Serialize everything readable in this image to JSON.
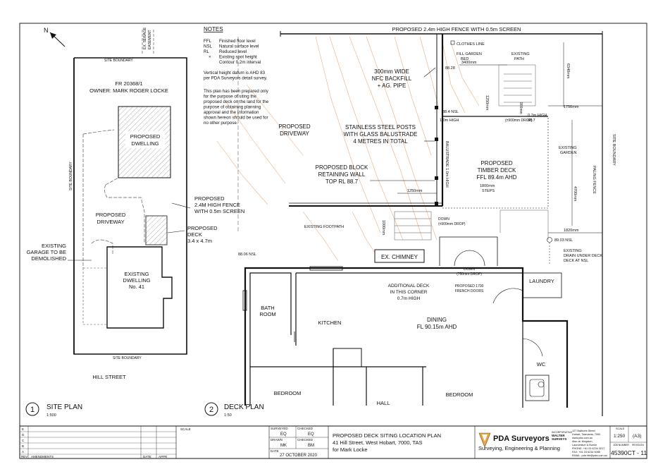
{
  "notes": {
    "heading": "NOTES",
    "abbr": [
      {
        "code": "FFL",
        "text": "Finished floor level"
      },
      {
        "code": "NSL",
        "text": "Natural surface level"
      },
      {
        "code": "RL",
        "text": "Reduced level"
      },
      {
        "code": "×",
        "text": "Existing spot height"
      },
      {
        "code": "",
        "text": "Contour 0.2m interval"
      }
    ],
    "datum": [
      "Vertical height datum is AHD 83",
      "per PDA Surveyors detail survey."
    ],
    "purpose": [
      "This plan has been prepared only",
      "for the purpose of siting the",
      "proposed deck on the land for the",
      "purpose of obtaining planning",
      "approval and the information",
      "shown hereon should be used for",
      "no other purpose."
    ]
  },
  "site_plan": {
    "north": "N",
    "easement": [
      "EX. SEWAGE",
      "EASEMENT"
    ],
    "site_boundary": "SITE BOUNDARY",
    "owner_ref": "FR 20368/1",
    "owner": "OWNER: MARK ROGER LOCKE",
    "proposed_dwelling": [
      "PROPOSED",
      "DWELLING"
    ],
    "proposed_driveway": [
      "PROPOSED",
      "DRIVEWAY"
    ],
    "fence": [
      "PROPOSED",
      "2.4M HIGH FENCE",
      "WITH 0.5m SCREEN"
    ],
    "deck": [
      "PROPOSED",
      "DECK",
      "3.4 x 4.7m"
    ],
    "garage": [
      "EXISTING",
      "GARAGE TO BE",
      "DEMOLISHED"
    ],
    "existing_dwelling": [
      "EXISTING",
      "DWELLING",
      "No. 41"
    ],
    "street": "HILL   STREET",
    "title_num": "1",
    "title": "SITE PLAN",
    "scale": "1:500"
  },
  "deck_plan": {
    "top_fence": "PROPOSED 2.4m HIGH FENCE WITH 0.5m SCREEN",
    "clothes_line": "CLOTHES LINE",
    "fill_garden": [
      "FILL GARDEN",
      "BED"
    ],
    "existing_path": [
      "EXISTING",
      "PATH"
    ],
    "backfill": [
      "300mm WIDE",
      "NFC BACKFILL",
      "+ AG. PIPE"
    ],
    "rl_8828": "88.28",
    "dim_3400": "3400mm",
    "dim_6340": "6340mm",
    "dim_1250a": "1250mm",
    "dim_900": "900mm",
    "nsl_884": "88.4 NSL",
    "high_10": "1.0m HIGH",
    "drop1": "(±900mm DROP)",
    "high_07": "0.7m HIGH",
    "rl_887": "88.7",
    "dim_1756": "1756mm",
    "proposed_driveway": [
      "PROPOSED",
      "DRIVEWAY"
    ],
    "stainless": [
      "STAINLESS STEEL POSTS",
      "WITH GLASS BALUSTRADE",
      "4 METRES IN TOTAL"
    ],
    "balustrade_side": "BALUSTRADE 1.0m HIGH",
    "existing_garden": [
      "EXISTING",
      "GARDEN"
    ],
    "site_boundary": "SITE BOUNDARY",
    "paling_fence": "PALING FENCE",
    "retaining": [
      "PROPOSED BLOCK",
      "RETAINING WALL",
      "TOP  RL 88.7"
    ],
    "timber_deck": [
      "PROPOSED",
      "TIMBER DECK",
      "FFL 89.4m AHD"
    ],
    "steps": [
      "1800mm",
      "STEPS"
    ],
    "dim_1250b": "1250mm",
    "dim_4700": "4700mm",
    "existing_footpath": "EXISTING FOOTPATH",
    "dim_1000": "1000mm",
    "down1": [
      "DOWN",
      "(±900mm DROP)"
    ],
    "dim_1820": "1820mm",
    "rl_8903": "89.03 NSL",
    "drain": [
      "EXISTING",
      "DRAIN UNDER DECK"
    ],
    "deck_at_nsl": "DECK AT NSL",
    "nsl_8806": "88.06 NSL",
    "chimney": "EX. CHIMNEY",
    "down2": [
      "DOWN",
      "(750mm DROP)"
    ],
    "additional": [
      "ADDITIONAL DECK",
      "IN THIS CORNER",
      "0.7m HIGH"
    ],
    "french": [
      "PROPOSED 1700",
      "FRENCH DOORS"
    ],
    "laundry": "LAUNDRY",
    "bathroom": [
      "BATH",
      "ROOM"
    ],
    "kitchen": "KITCHEN",
    "dining": [
      "DINING",
      "FL 90.15m AHD"
    ],
    "wc": "WC",
    "bedroom1": "BEDROOM",
    "hall": "HALL",
    "bedroom2": "BEDROOM",
    "title_num": "2",
    "title": "DECK PLAN",
    "scale": "1:50"
  },
  "title_block": {
    "rev_letters": [
      "E",
      "D",
      "C",
      "B",
      "A"
    ],
    "rev_header": [
      "REV",
      "AMENDMENTS",
      "DATE",
      "APPR"
    ],
    "scale_label": "SCALE",
    "surveyed_label": "SURVEYED",
    "surveyed": "EQ",
    "checked_label": "CHECKED",
    "checked": "EQ",
    "drawn_label": "DRAWN",
    "drawn": "MK",
    "checked2_label": "CHECKED",
    "checked2": "BM",
    "date_label": "DATE",
    "date": "27 OCTOBER 2020",
    "title_lines": [
      "PROPOSED DECK SITING LOCATION PLAN",
      "41 Hill Street, West Hobart, 7000, TAS",
      "for Mark Locke"
    ],
    "company": "PDA Surveyors",
    "tagline": "Surveying, Engineering & Planning",
    "incorporating": [
      "INCORPORATING",
      "WALTER",
      "SURVEYS"
    ],
    "address": [
      "127 Bathurst Street",
      "Hobart, Tasmania, 7000",
      "www.pda.com.au",
      "Also at: Kingston,",
      "Launceston & Burnie"
    ],
    "contact": [
      "PHONE: +61 03 6234 3217",
      "FAX: +61 03 6234 5085",
      "EMAIL: pda.hbt@pda.com.au"
    ],
    "scale_hdr": "SCALE",
    "scale_val": "1:250",
    "sheet_val": "(A3)",
    "job_hdr": "JOB NUMBER",
    "rev_hdr": "REVISION",
    "drawing_number": "45390CT - 11"
  }
}
